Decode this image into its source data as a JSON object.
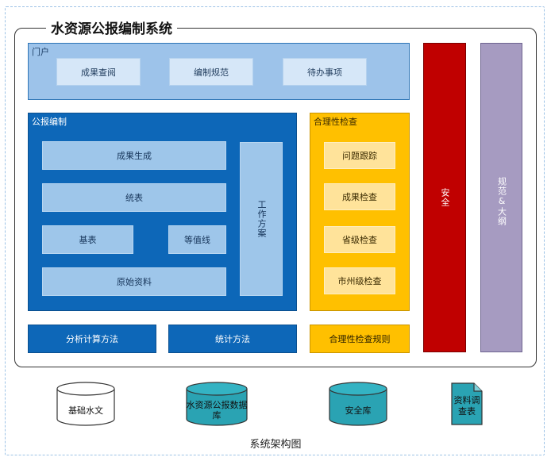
{
  "system": {
    "title": "水资源公报编制系统"
  },
  "portal": {
    "label": "门户",
    "items": [
      "成果查阅",
      "编制规范",
      "待办事项"
    ]
  },
  "compilation": {
    "label": "公报编制",
    "results_generation": "成果生成",
    "statistics_table": "统表",
    "base_table": "基表",
    "isoline": "等值线",
    "raw_data": "原始资料",
    "work_plan": "工作方案"
  },
  "rationality_check": {
    "label": "合理性检查",
    "items": [
      "问题跟踪",
      "成果检查",
      "省级检查",
      "市州级检查"
    ]
  },
  "methods": {
    "analysis": "分析计算方法",
    "statistics": "统计方法",
    "check_rules": "合理性检查规则"
  },
  "security": {
    "label": "安全"
  },
  "norms": {
    "label": "规范&大纲"
  },
  "databases": [
    {
      "label": "基础水文",
      "fill": "#ffffff"
    },
    {
      "label": "水资源公报数据库",
      "fill": "#2aa3b3"
    },
    {
      "label": "安全库",
      "fill": "#2aa3b3"
    }
  ],
  "survey_table": {
    "label": "资料调查表",
    "fill": "#2aa3b3"
  },
  "caption": "系统架构图",
  "colors": {
    "portal": "#9dc3ea",
    "compilation": "#0d67b8",
    "check": "#ffc000",
    "security": "#c00000",
    "norms": "#a69bc1",
    "storage": "#2aa3b3"
  }
}
